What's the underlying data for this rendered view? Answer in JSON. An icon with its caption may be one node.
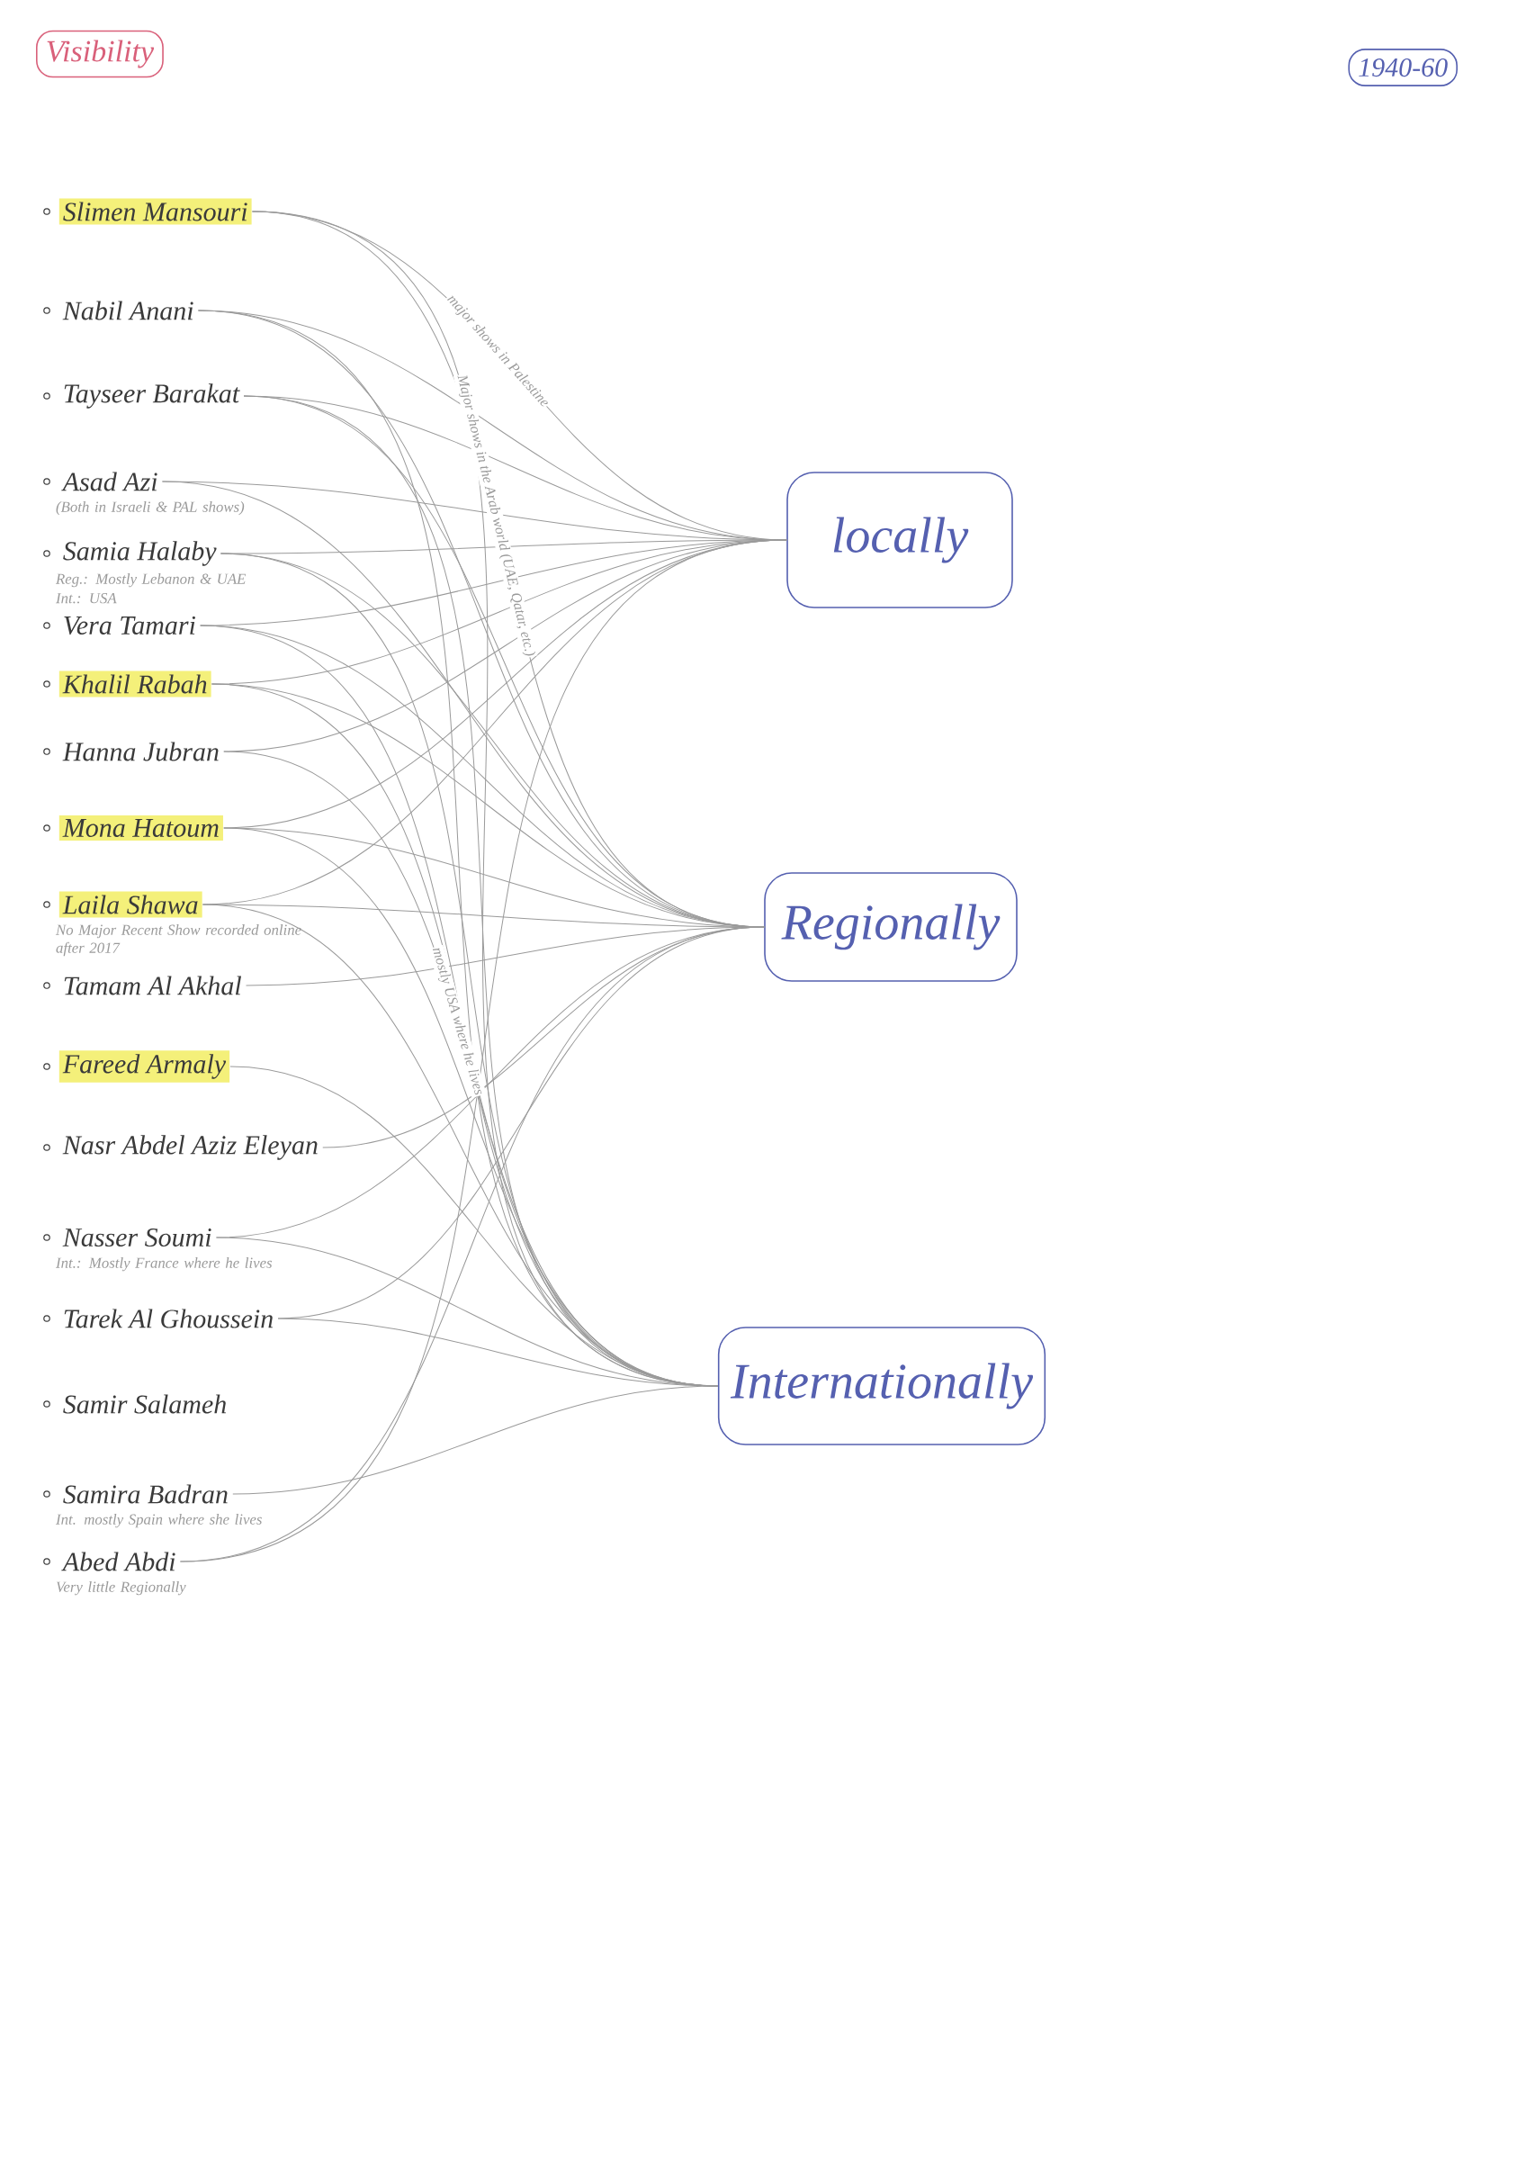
{
  "diagram": {
    "title": "Visibility",
    "nodes": [
      {
        "text": [
          "Slimen Mansouri"
        ]
      },
      {
        "text": [
          "Nabil Anani"
        ]
      },
      {
        "text": [
          "Tayseer Barakat"
        ]
      },
      {
        "text": [
          "Asad Azi"
        ],
        "beside": [
          "(Both in Israeli & PAL shows)"
        ]
      },
      {
        "text": [
          "Samia Halaby"
        ],
        "beside": [
          "Reg.: Mostly Lebanon & UAE",
          "Int.: USA"
        ]
      },
      {
        "text": [
          "Vera Tamari"
        ]
      },
      {
        "text": [
          "Khalil Rabah"
        ]
      },
      {
        "text": [
          "Hanna Jubran"
        ]
      },
      {
        "text": [
          "Mona Hatoum"
        ]
      },
      {
        "text": [
          "Laila Shawa"
        ],
        "beside": [
          "No Major Recent Show recorded online after 2017"
        ]
      },
      {
        "text": [
          "Tamam Al Akhal"
        ]
      },
      {
        "text": [
          "Fareed Armaly"
        ]
      },
      {
        "text": [
          "Nasr Abdel Aziz Eleyan"
        ]
      },
      {
        "text": [
          "Nasser Soumi"
        ],
        "beside": [
          "Int.: Mostly France where he lives"
        ]
      },
      {
        "text": [
          "Tarek Al Ghoussein"
        ]
      },
      {
        "text": [
          "Samir Salameh"
        ]
      },
      {
        "text": [
          "Samira Badran"
        ],
        "beside": [
          "Int. mostly Spain where she lives"
        ]
      },
      {
        "text": [
          "Abed Abdi"
        ],
        "beside": [
          "Very little Regionally"
        ]
      },
      {
        "text": [
          "locally"
        ]
      },
      {
        "text": [
          "Regionally"
        ]
      },
      {
        "text": [
          "Internationally"
        ]
      }
    ],
    "edges": [
      {
        "from": 0,
        "to": 18,
        "arrow": "none",
        "label": "major shows in Palestine"
      },
      {
        "from": 0,
        "to": 19,
        "arrow": "none",
        "label": "Major shows in the Arab world (UAE, Qatar, etc.)"
      },
      {
        "from": 0,
        "to": 20,
        "arrow": "none"
      },
      {
        "from": 1,
        "to": 18,
        "arrow": "none"
      },
      {
        "from": 1,
        "to": 19,
        "arrow": "none"
      },
      {
        "from": 1,
        "to": 20,
        "arrow": "none"
      },
      {
        "from": 2,
        "to": 18,
        "arrow": "none"
      },
      {
        "from": 2,
        "to": 19,
        "arrow": "none"
      },
      {
        "from": 2,
        "to": 20,
        "arrow": "none"
      },
      {
        "from": 3,
        "to": 18,
        "arrow": "none"
      },
      {
        "from": 3,
        "to": 19,
        "arrow": "none"
      },
      {
        "from": 4,
        "to": 18,
        "arrow": "none"
      },
      {
        "from": 4,
        "to": 19,
        "arrow": "none"
      },
      {
        "from": 4,
        "to": 20,
        "arrow": "none"
      },
      {
        "from": 5,
        "to": 18,
        "arrow": "none"
      },
      {
        "from": 5,
        "to": 19,
        "arrow": "none"
      },
      {
        "from": 5,
        "to": 20,
        "arrow": "none"
      },
      {
        "from": 6,
        "to": 18,
        "arrow": "none"
      },
      {
        "from": 6,
        "to": 19,
        "arrow": "none"
      },
      {
        "from": 6,
        "to": 20,
        "arrow": "none"
      },
      {
        "from": 7,
        "to": 18,
        "arrow": "none"
      },
      {
        "from": 7,
        "to": 20,
        "arrow": "none",
        "label": "mostly USA where he lives"
      },
      {
        "from": 8,
        "to": 18,
        "arrow": "none"
      },
      {
        "from": 8,
        "to": 19,
        "arrow": "none"
      },
      {
        "from": 8,
        "to": 20,
        "arrow": "none"
      },
      {
        "from": 9,
        "to": 18,
        "arrow": "none"
      },
      {
        "from": 9,
        "to": 19,
        "arrow": "none"
      },
      {
        "from": 9,
        "to": 20,
        "arrow": "none"
      },
      {
        "from": 10,
        "to": 19,
        "arrow": "none"
      },
      {
        "from": 11,
        "to": 20,
        "arrow": "none"
      },
      {
        "from": 12,
        "to": 19,
        "arrow": "none"
      },
      {
        "from": 13,
        "to": 19,
        "arrow": "none"
      },
      {
        "from": 13,
        "to": 20,
        "arrow": "none"
      },
      {
        "from": 14,
        "to": 19,
        "arrow": "none"
      },
      {
        "from": 14,
        "to": 20,
        "arrow": "none"
      },
      {
        "from": 16,
        "to": 20,
        "arrow": "none"
      },
      {
        "from": 17,
        "to": 18,
        "arrow": "none"
      },
      {
        "from": 17,
        "to": 19,
        "arrow": "none"
      }
    ],
    "labels": [
      "1940-60"
    ]
  }
}
